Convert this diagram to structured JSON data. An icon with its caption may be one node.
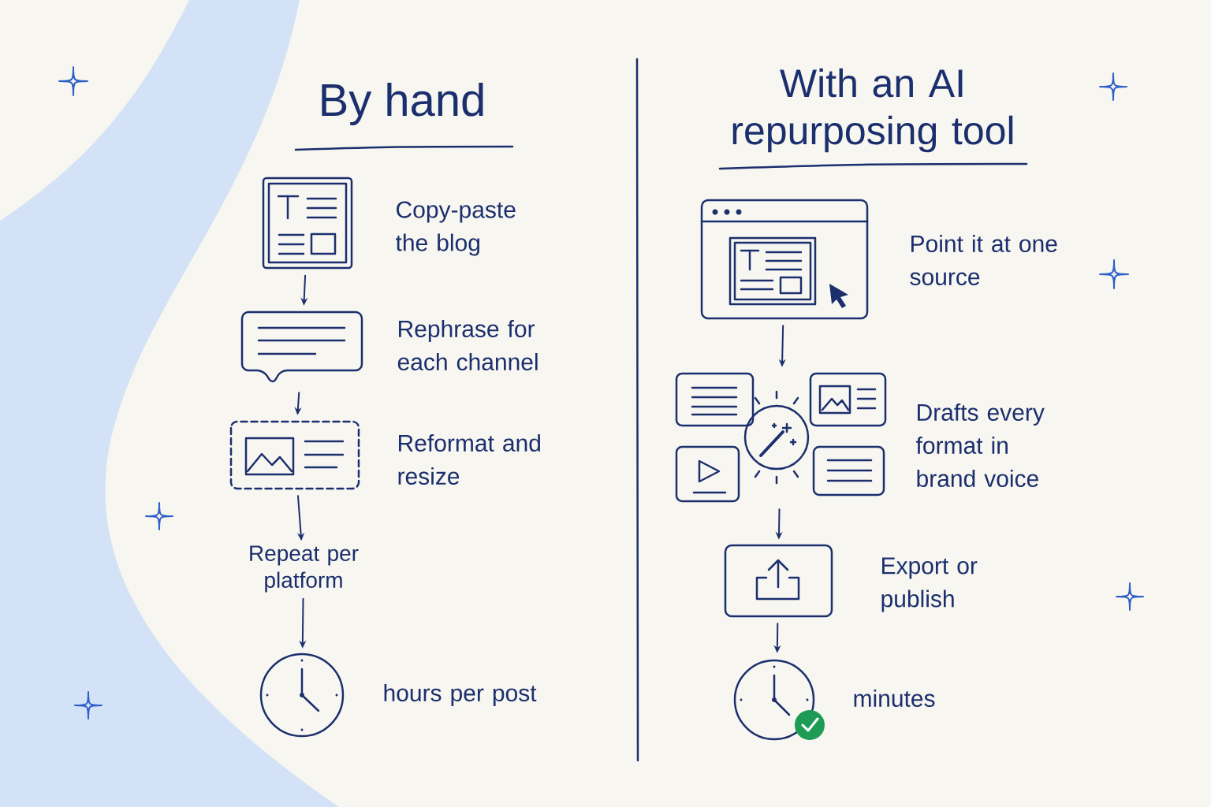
{
  "diagram": {
    "nodes": [
      {
        "text": [],
        "shape": "picture",
        "beside": [
          "Copy-paste the blog"
        ]
      },
      {
        "text": [],
        "shape": "picture",
        "beside": [
          "Rephrase for each channel"
        ]
      },
      {
        "text": [],
        "shape": "picture",
        "beside": [
          "Reformat and resize"
        ]
      },
      {
        "text": [
          "Repeat per platform"
        ]
      },
      {
        "text": [],
        "shape": "picture",
        "beside": [
          "hours per post"
        ]
      },
      {
        "text": [],
        "shape": "picture",
        "beside": [
          "Point it at one source"
        ]
      },
      {
        "text": [],
        "shape": "picture",
        "beside": [
          "Drafts every format in brand voice"
        ]
      },
      {
        "text": [],
        "shape": "picture",
        "beside": [
          "Export or publish"
        ]
      },
      {
        "text": [],
        "shape": "picture",
        "beside": [
          "minutes"
        ]
      }
    ],
    "edges": [
      {
        "from": 0,
        "to": 1,
        "arrow": "to"
      },
      {
        "from": 1,
        "to": 2,
        "arrow": "to"
      },
      {
        "from": 2,
        "to": 3,
        "arrow": "to"
      },
      {
        "from": 3,
        "to": 4,
        "arrow": "to"
      },
      {
        "from": 5,
        "to": 6,
        "arrow": "to"
      },
      {
        "from": 6,
        "to": 7,
        "arrow": "to"
      },
      {
        "from": 7,
        "to": 8,
        "arrow": "to"
      }
    ],
    "labels": [
      "By hand",
      "With an AI repurposing tool"
    ]
  }
}
